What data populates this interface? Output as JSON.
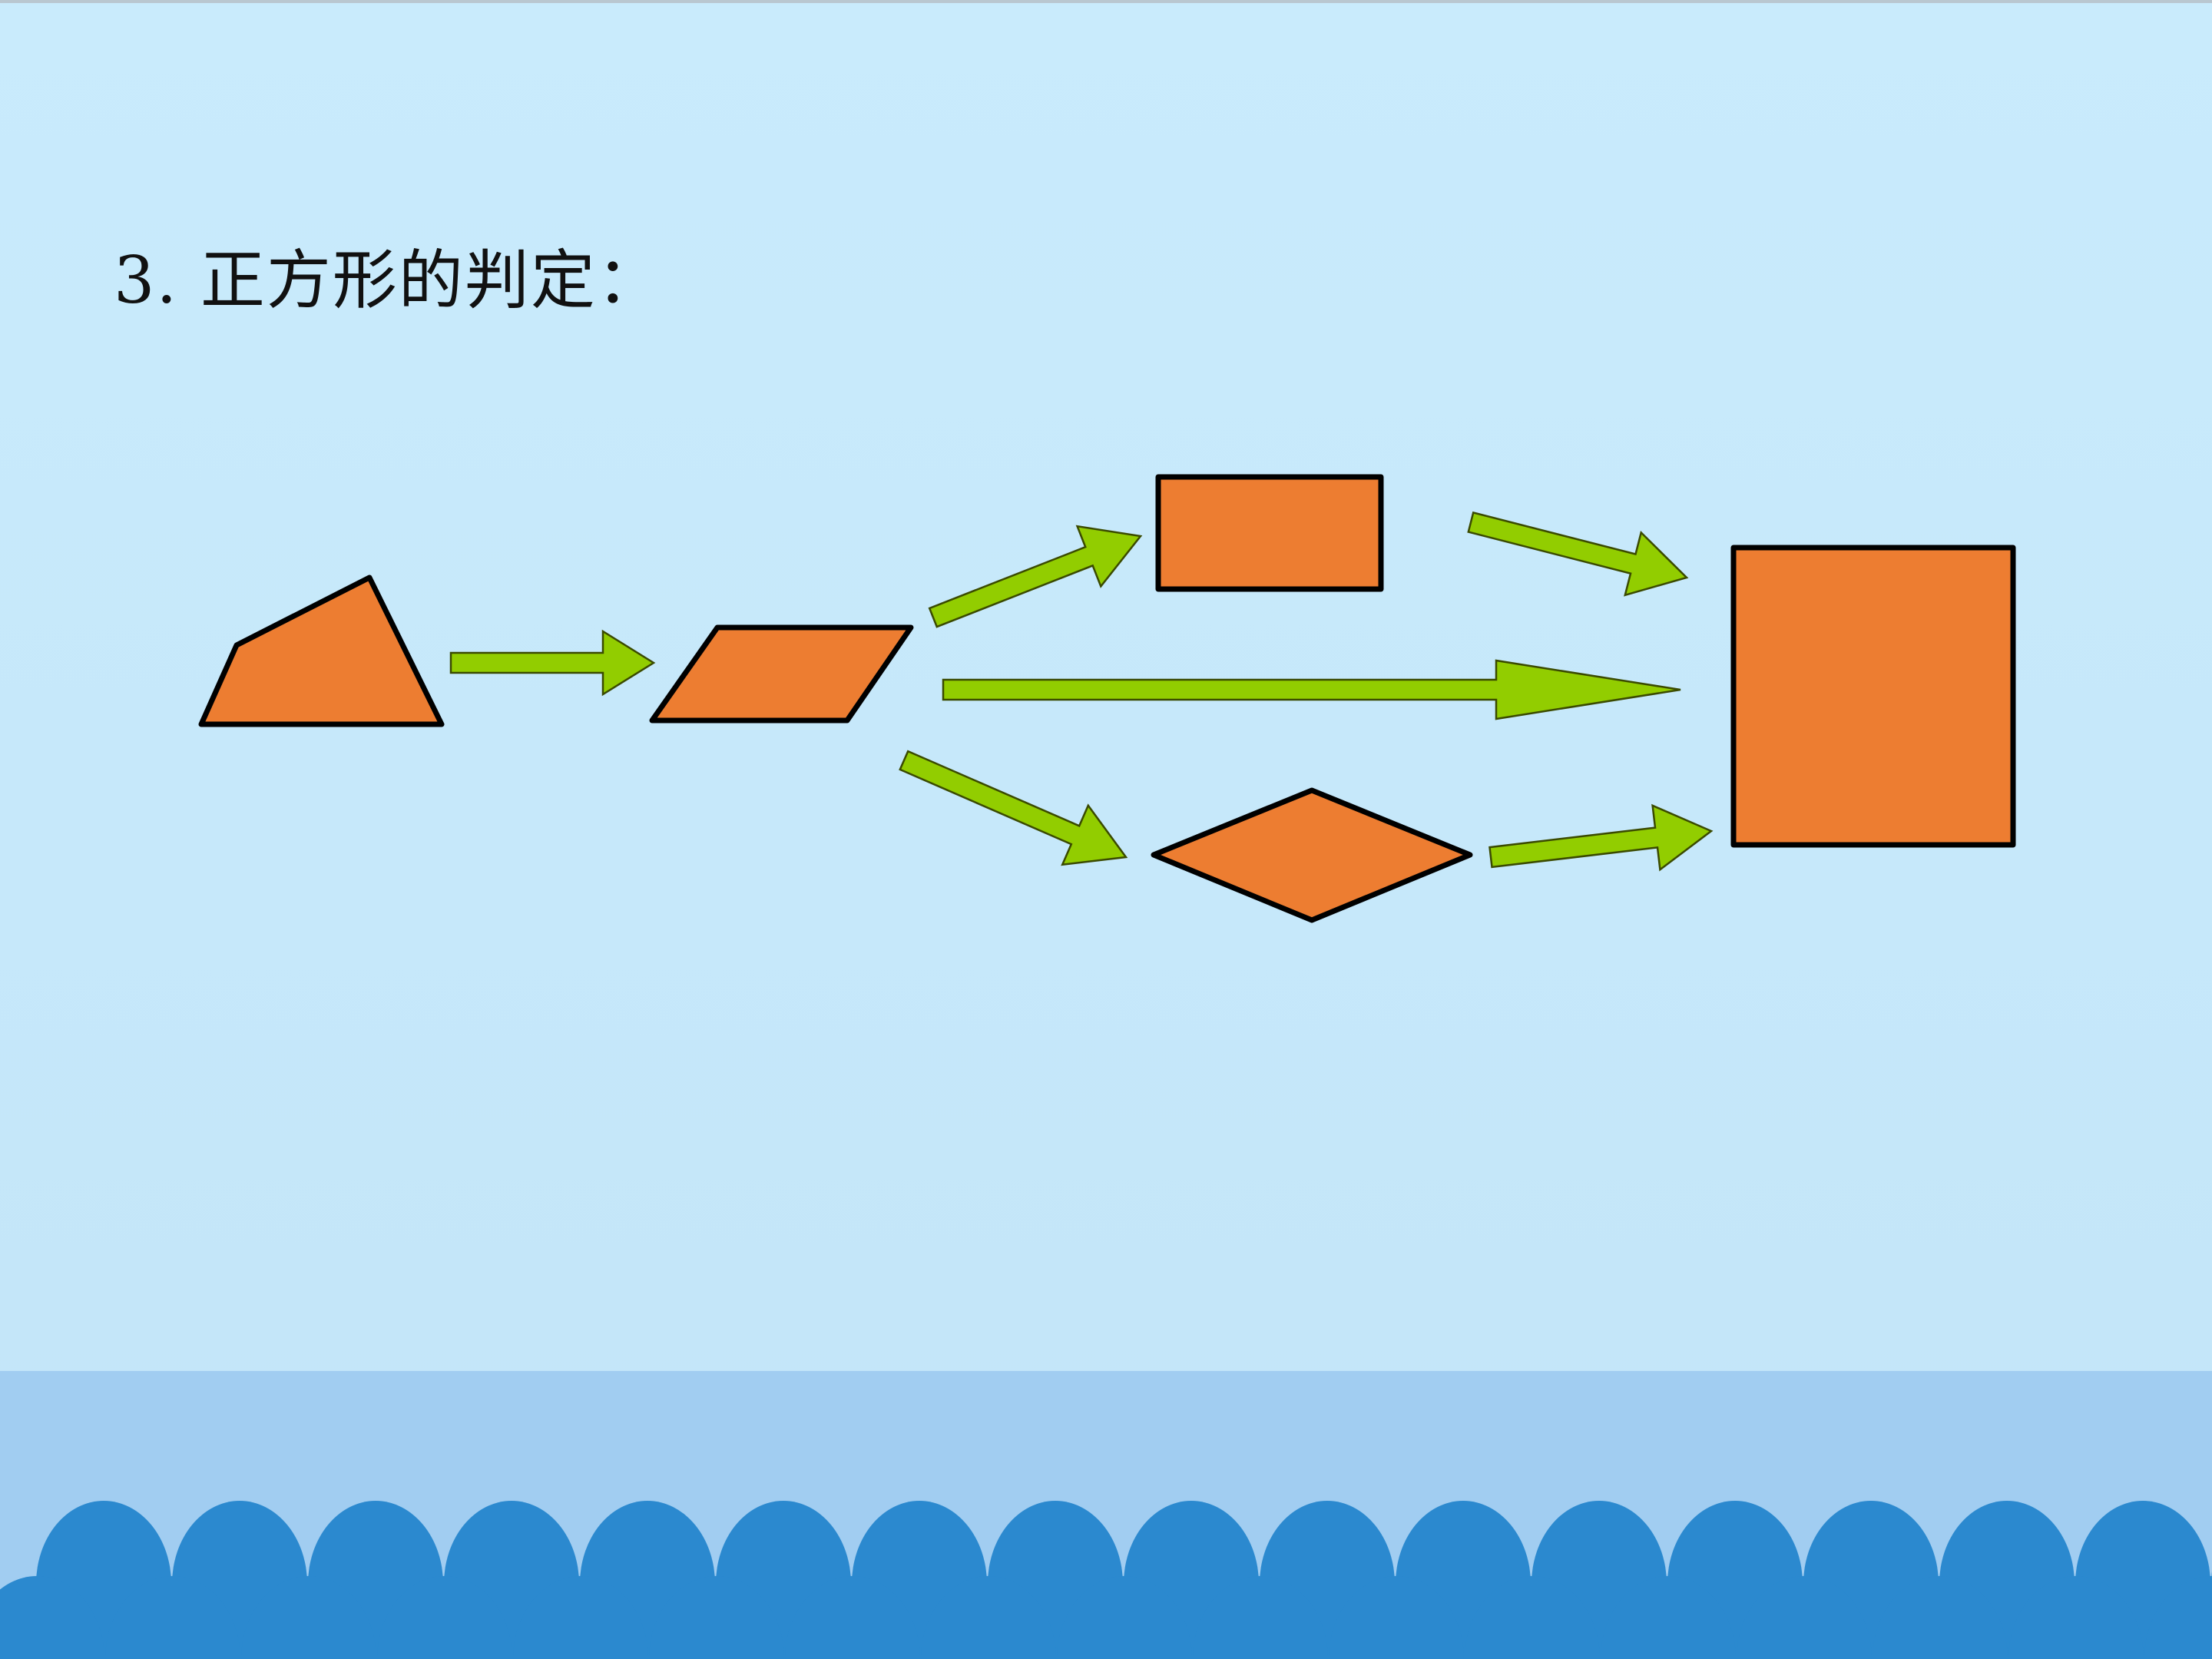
{
  "slide": {
    "title": "3. 正方形的判定："
  },
  "diagram": {
    "nodes": [
      {
        "id": "quadrilateral",
        "shape": "quadrilateral"
      },
      {
        "id": "parallelogram",
        "shape": "parallelogram"
      },
      {
        "id": "rectangle",
        "shape": "rectangle"
      },
      {
        "id": "rhombus",
        "shape": "rhombus"
      },
      {
        "id": "square",
        "shape": "square"
      }
    ],
    "edges": [
      {
        "from": "quadrilateral",
        "to": "parallelogram"
      },
      {
        "from": "parallelogram",
        "to": "rectangle"
      },
      {
        "from": "parallelogram",
        "to": "square"
      },
      {
        "from": "parallelogram",
        "to": "rhombus"
      },
      {
        "from": "rectangle",
        "to": "square"
      },
      {
        "from": "rhombus",
        "to": "square"
      }
    ]
  },
  "colors": {
    "background": "#c6e8fa",
    "shape_fill": "#ed7d31",
    "shape_stroke": "#000000",
    "arrow_fill": "#92cd00",
    "arrow_stroke": "#3a4a00",
    "band": "#a1cdf1",
    "waves": "#2b89cf"
  }
}
